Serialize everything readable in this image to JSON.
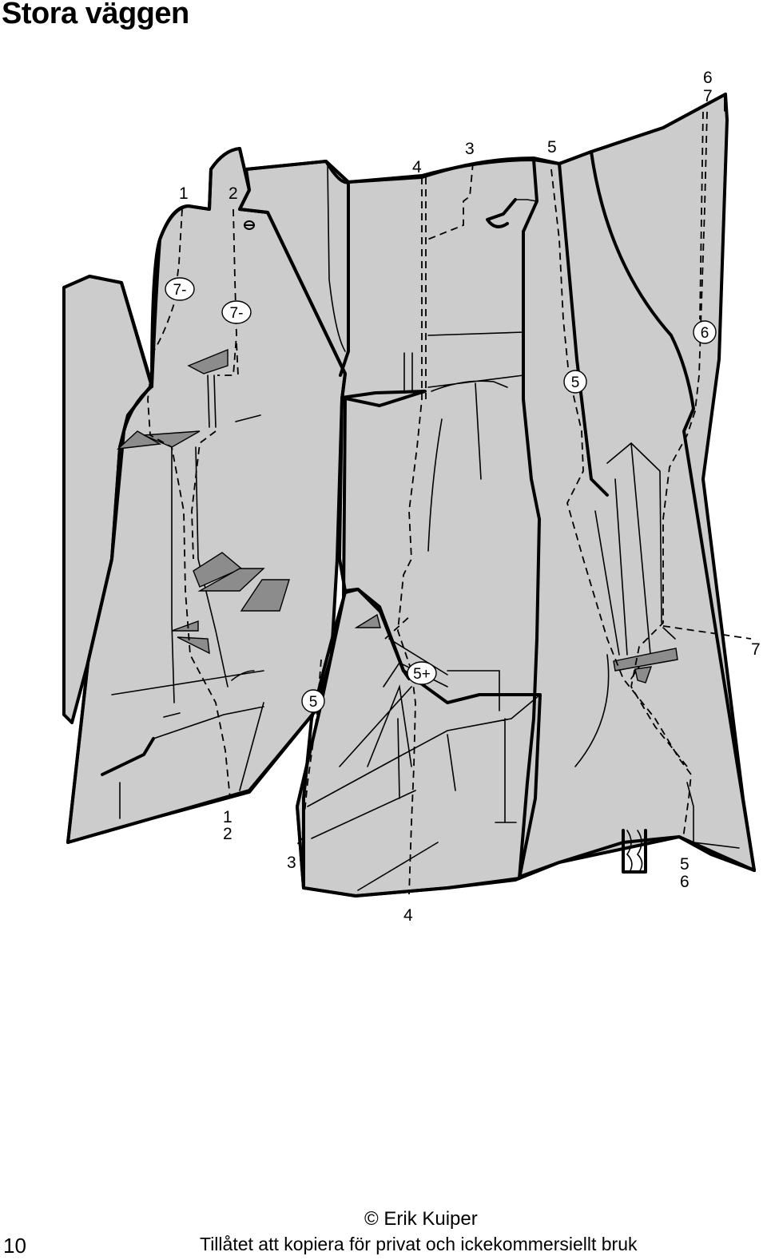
{
  "title": "Stora väggen",
  "page_number": "10",
  "copyright": {
    "symbol": "©",
    "author": "Erik Kuiper"
  },
  "license": "Tillåtet att kopiera för privat och ickekommersiellt bruk",
  "route_labels": {
    "top_1": "1",
    "top_2": "2",
    "top_4": "4",
    "top_3": "3",
    "top_5": "5",
    "top_6": "6",
    "top_7": "7",
    "bottom_1": "1",
    "bottom_2": "2",
    "bottom_3": "3",
    "bottom_4": "4",
    "bottom_5": "5",
    "bottom_6": "6",
    "right_7": "7"
  },
  "grades": {
    "g_7minus_a": "7-",
    "g_7minus_b": "7-",
    "g_6": "6",
    "g_5_upper": "5",
    "g_5_lower": "5",
    "g_5plus": "5+"
  },
  "colors": {
    "rock": "#cccccc",
    "ledge": "#8c8c8c",
    "line": "#000000"
  }
}
